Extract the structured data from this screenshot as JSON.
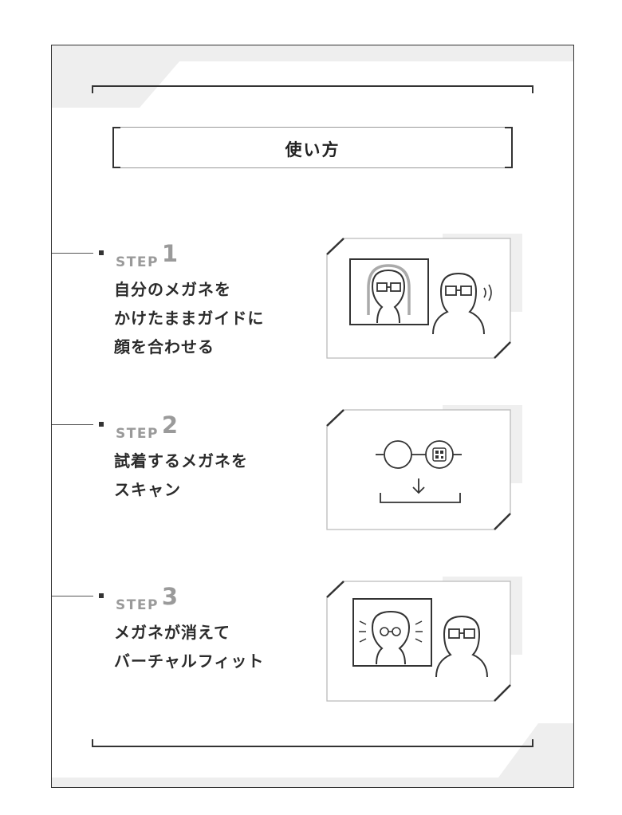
{
  "title": "使い方",
  "steps": [
    {
      "word": "STEP",
      "number": "1",
      "lines": [
        "自分のメガネを",
        "かけたままガイドに",
        "顔を合わせる"
      ]
    },
    {
      "word": "STEP",
      "number": "2",
      "lines": [
        "試着するメガネを",
        "スキャン"
      ]
    },
    {
      "word": "STEP",
      "number": "3",
      "lines": [
        "メガネが消えて",
        "バーチャルフィット"
      ]
    }
  ],
  "colors": {
    "line": "#333333",
    "step_label": "#9a9a9a",
    "deco": "#ececec"
  }
}
